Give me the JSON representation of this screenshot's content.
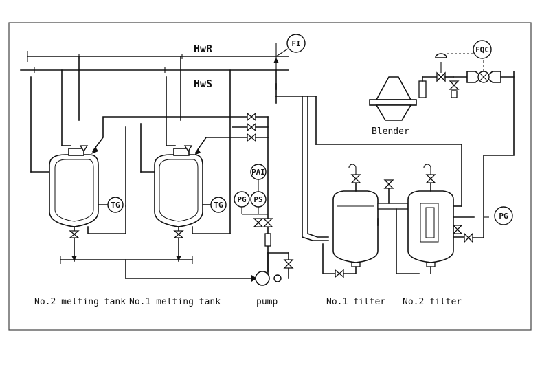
{
  "headers": {
    "return_line": "HwR",
    "supply_line": "HwS"
  },
  "instruments": {
    "fi": "FI",
    "fqc": "FQC",
    "pai": "PAI",
    "pg_pump": "PG",
    "ps": "PS",
    "tg_no2": "TG",
    "tg_no1": "TG",
    "pg_outlet": "PG"
  },
  "equipment_labels": {
    "no2_melting_tank": "No.2 melting tank",
    "no1_melting_tank": "No.1 melting tank",
    "pump": "pump",
    "no1_filter": "No.1 filter",
    "no2_filter": "No.2 filter",
    "blender": "Blender"
  }
}
